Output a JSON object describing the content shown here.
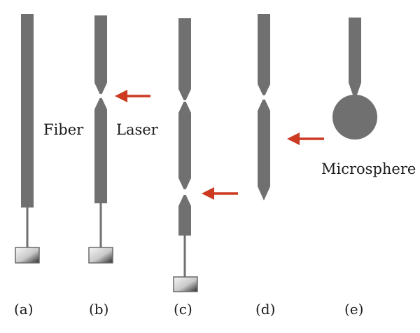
{
  "labels": {
    "fiber": "Fiber",
    "laser": "Laser",
    "microsphere": "Microsphere"
  },
  "captions": {
    "a": "(a)",
    "b": "(b)",
    "c": "(c)",
    "d": "(d)",
    "e": "(e)"
  },
  "colors": {
    "fiber": "#707070",
    "arrow": "#cc3a22",
    "weight_dark": "#2f2f2f",
    "weight_light": "#f4f4f4"
  }
}
